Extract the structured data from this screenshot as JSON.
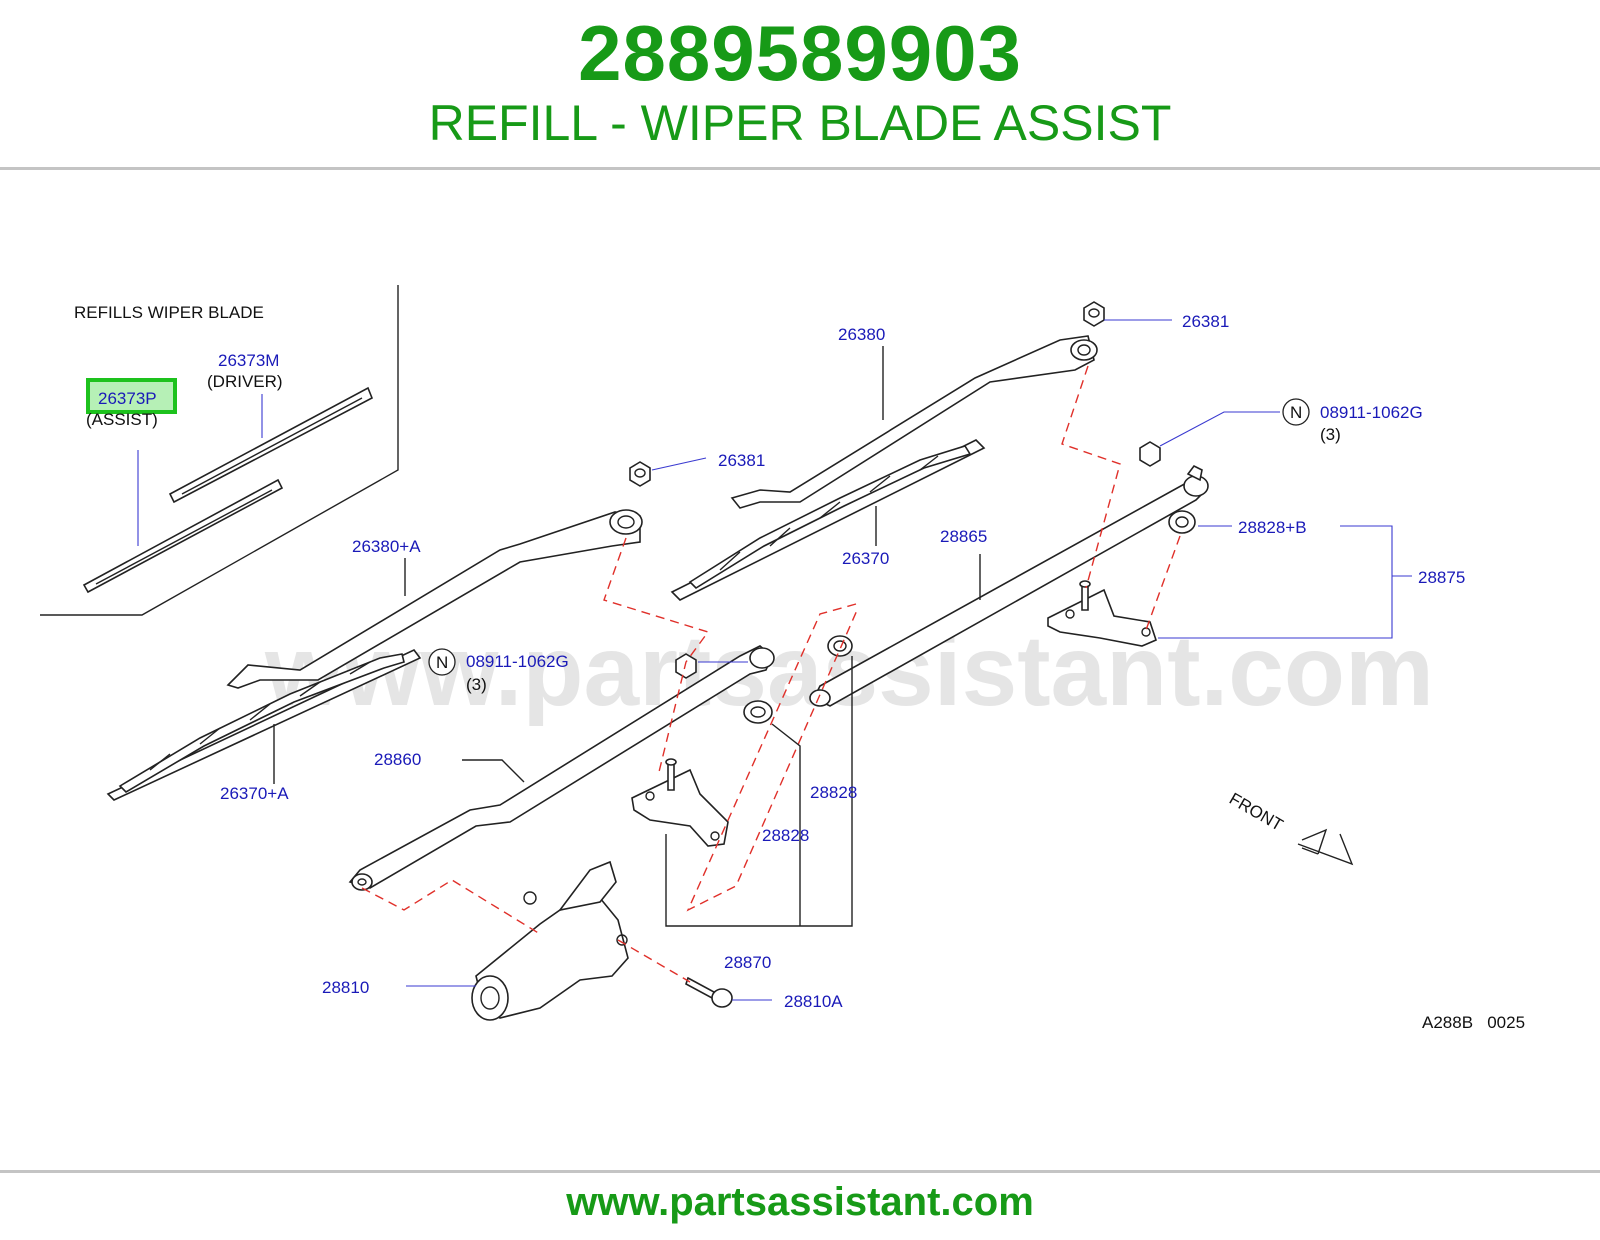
{
  "header": {
    "part_number": "2889589903",
    "part_name": "REFILL - WIPER BLADE ASSIST"
  },
  "diagram": {
    "inset_title": "REFILLS   WIPER   BLADE",
    "watermark": "www.partsassistant.com",
    "front_label": "FRONT",
    "ref_code": "A288B   0025",
    "highlight_color": "#1dc21d",
    "callouts": {
      "c26373M": "26373M",
      "c26373M_note": "(DRIVER)",
      "c26373P": "26373P",
      "c26373P_note": "(ASSIST)",
      "c26381_top": "26381",
      "c26380": "26380",
      "n_symbol_right": "N",
      "c08911_right": "08911-1062G",
      "c08911_right_qty": "(3)",
      "c26381_mid": "26381",
      "c28828B": "28828+B",
      "c28875": "28875",
      "c26380A": "26380+A",
      "c26370": "26370",
      "c28865": "28865",
      "n_symbol_left": "N",
      "c08911_left": "08911-1062G",
      "c08911_left_qty": "(3)",
      "c28860": "28860",
      "c26370A": "26370+A",
      "c28828_right": "28828",
      "c28828_left": "28828",
      "c28870": "28870",
      "c28810": "28810",
      "c28810A": "28810A"
    }
  },
  "footer": {
    "url": "www.partsassistant.com"
  }
}
